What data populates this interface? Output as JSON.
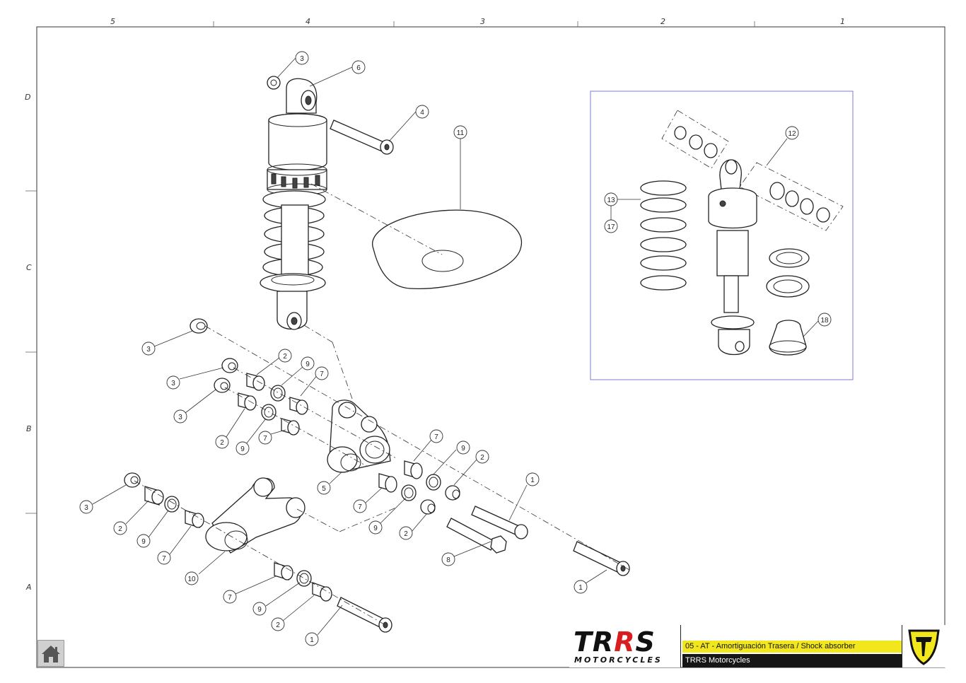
{
  "sheet": {
    "column_labels": [
      "5",
      "4",
      "3",
      "2",
      "1"
    ],
    "row_labels": [
      "D",
      "C",
      "B",
      "A"
    ]
  },
  "callouts": {
    "main": [
      "3",
      "6",
      "4",
      "11",
      "3",
      "3",
      "3",
      "2",
      "9",
      "7",
      "2",
      "9",
      "7",
      "5",
      "7",
      "9",
      "2",
      "7",
      "9",
      "2",
      "1",
      "8",
      "1",
      "3",
      "2",
      "9",
      "7",
      "10",
      "7",
      "9",
      "2",
      "1"
    ],
    "detail": [
      "12",
      "13",
      "17",
      "18"
    ]
  },
  "title_block": {
    "logo_text_a": "TR",
    "logo_text_b": "R",
    "logo_text_c": "S",
    "logo_subtext": "MOTORCYCLES",
    "description": "05 - AT - Amortiguación Trasera / Shock absorber",
    "company": "TRRS Motorcycles"
  },
  "colors": {
    "accent_yellow": "#f2e71d",
    "brand_red": "#d81e1e",
    "dark_bar": "#161616",
    "detail_frame": "#7b7fd6"
  },
  "icons": {
    "home": "home-icon",
    "brand_mark": "trrs-shield-icon"
  }
}
